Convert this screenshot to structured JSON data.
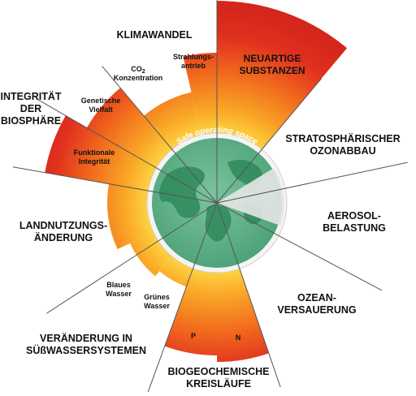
{
  "colors": {
    "safe_zone": "#4fa37a",
    "safe_zone_light": "#7cc49c",
    "land": "#2f8a5a",
    "uncertain": "#e8e8e8",
    "danger_inner": "#ffd23c",
    "danger_mid": "#f7931e",
    "danger_outer": "#e0301e",
    "divider": "#555555"
  },
  "safe_label": "Safe operating space",
  "categories": {
    "klimawandel": "KLIMAWANDEL",
    "neuartige_1": "NEUARTIGE",
    "neuartige_2": "SUBSTANZEN",
    "strato_1": "STRATOSPHÄRISCHER",
    "strato_2": "OZONABBAU",
    "aerosol_1": "AEROSOL-",
    "aerosol_2": "BELASTUNG",
    "ozean_1": "OZEAN-",
    "ozean_2": "VERSAUERUNG",
    "bio_1": "BIOGEOCHEMISCHE",
    "bio_2": "KREISLÄUFE",
    "suess_1": "VERÄNDERUNG IN",
    "suess_2": "SÜßWASSERSYSTEMEN",
    "land_1": "LANDNUTZUNGS-",
    "land_2": "ÄNDERUNG",
    "integ_1": "INTEGRITÄT",
    "integ_2": "DER",
    "integ_3": "BIOSPHÄRE"
  },
  "sub_labels": {
    "strahlung_1": "Strahlungs-",
    "strahlung_2": "antrieb",
    "co2_1": "CO",
    "co2_sub": "2",
    "co2_2": "Konzentration",
    "genetisch_1": "Genetische",
    "genetisch_2": "Vielfalt",
    "funktional_1": "Funktionale",
    "funktional_2": "Integrität",
    "blau_1": "Blaues",
    "blau_2": "Wasser",
    "gruen_1": "Grünes",
    "gruen_2": "Wasser",
    "p": "P",
    "n": "N"
  },
  "boundary_levels": {
    "neuartige_substanzen": "beyond chart",
    "strahlungsantrieb": "high risk",
    "co2_konzentration": "increasing risk",
    "genetische_vielfalt": "high risk",
    "funktionale_integritaet": "high risk",
    "landnutzung": "increasing risk",
    "blaues_wasser": "increasing risk",
    "gruenes_wasser": "increasing risk",
    "phosphor": "high risk",
    "stickstoff": "high risk",
    "ozeanversauerung": "within safe space",
    "aerosol": "not quantified",
    "ozonabbau": "within safe space"
  }
}
